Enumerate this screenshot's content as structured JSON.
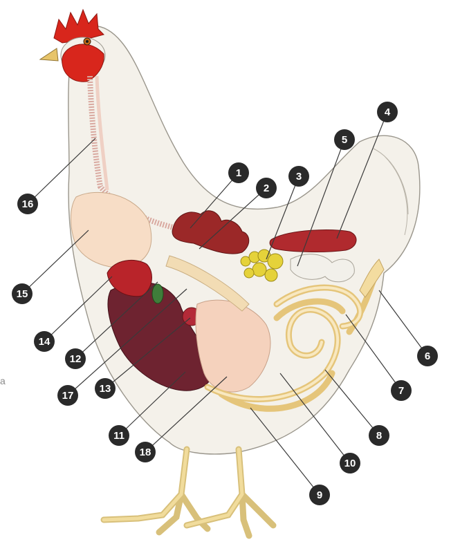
{
  "diagram": {
    "subject": "chicken internal anatomy",
    "callout_labels": [
      "1",
      "2",
      "3",
      "4",
      "5",
      "6",
      "7",
      "8",
      "9",
      "10",
      "11",
      "12",
      "13",
      "14",
      "15",
      "16",
      "17",
      "18"
    ],
    "side_text": "a"
  },
  "colors": {
    "callout_fill": "#2a2a2a",
    "leader_line": "#3a3a3a",
    "body": "#f4f1ea",
    "comb": "#d8261c",
    "liver": "#6e2330",
    "lung": "#9b2828",
    "kidney": "#b02a2e",
    "ovary": "#e5d23a",
    "intestine": "#f3dca0",
    "legs": "#f1dc9c"
  }
}
